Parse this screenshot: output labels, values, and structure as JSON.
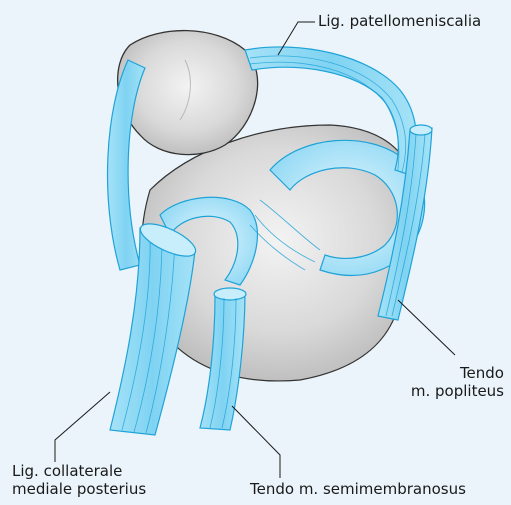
{
  "figure": {
    "labels": {
      "patellomeniscalia": "Lig. patellomeniscalia",
      "popliteus_line1": "Tendo",
      "popliteus_line2": "m. popliteus",
      "collaterale_line1": "Lig. collaterale",
      "collaterale_line2": "mediale posterius",
      "semimembranosus": "Tendo m. semimembranosus"
    },
    "colors": {
      "background": "#eaf4fa",
      "ligament": "#7fd3f2",
      "ligament_stroke": "#1ea3d8",
      "bone": "#cfcfcf",
      "bone_stroke": "#333333"
    }
  }
}
